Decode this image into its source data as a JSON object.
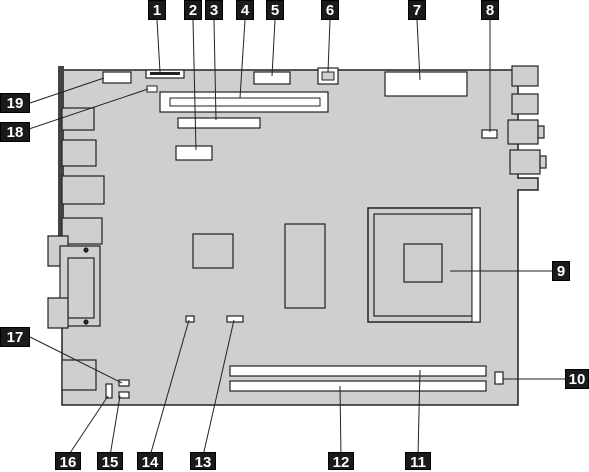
{
  "colors": {
    "board": "#cfcfcf",
    "outline": "#222222",
    "callout_bg": "#1a1a1a",
    "callout_text": "#ffffff",
    "slot_fill": "#ffffff"
  },
  "callouts": {
    "c1": "1",
    "c2": "2",
    "c3": "3",
    "c4": "4",
    "c5": "5",
    "c6": "6",
    "c7": "7",
    "c8": "8",
    "c9": "9",
    "c10": "10",
    "c11": "11",
    "c12": "12",
    "c13": "13",
    "c14": "14",
    "c15": "15",
    "c16": "16",
    "c17": "17",
    "c18": "18",
    "c19": "19"
  }
}
